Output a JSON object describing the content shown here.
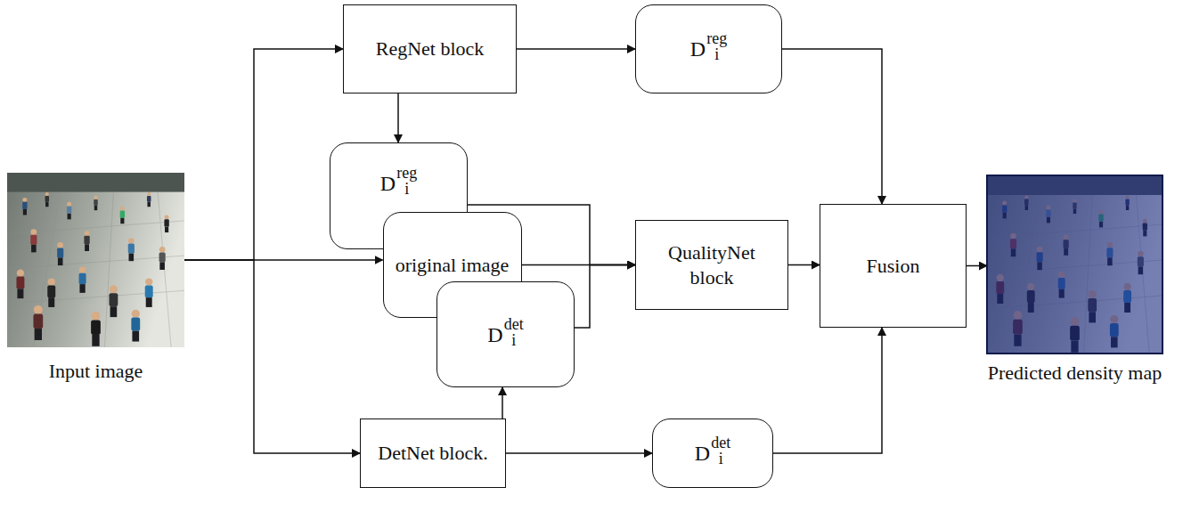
{
  "diagram": {
    "nodes": [
      {
        "text": [
          "Input image"
        ]
      },
      {
        "text": [
          "RegNet block"
        ]
      },
      {
        "text": [
          "D",
          "i",
          "reg"
        ]
      },
      {
        "text": [
          "D",
          "i",
          "reg"
        ]
      },
      {
        "text": [
          "original image"
        ]
      },
      {
        "text": [
          "D",
          "i",
          "det"
        ]
      },
      {
        "text": [
          "QualityNet block"
        ]
      },
      {
        "text": [
          "Fusion"
        ]
      },
      {
        "text": [
          "DetNet block."
        ]
      },
      {
        "text": [
          "D",
          "i",
          "det"
        ]
      },
      {
        "text": [
          "Predicted density map"
        ]
      }
    ],
    "edges": [
      {
        "from": 0,
        "to": 1,
        "arrow": "to"
      },
      {
        "from": 0,
        "to": 4,
        "arrow": "to"
      },
      {
        "from": 0,
        "to": 8,
        "arrow": "to"
      },
      {
        "from": 1,
        "to": 2,
        "arrow": "to"
      },
      {
        "from": 1,
        "to": 3,
        "arrow": "to"
      },
      {
        "from": 3,
        "to": 6,
        "arrow": "to"
      },
      {
        "from": 4,
        "to": 6,
        "arrow": "to"
      },
      {
        "from": 5,
        "to": 6,
        "arrow": "to"
      },
      {
        "from": 8,
        "to": 5,
        "arrow": "to"
      },
      {
        "from": 8,
        "to": 9,
        "arrow": "to"
      },
      {
        "from": 2,
        "to": 7,
        "arrow": "to"
      },
      {
        "from": 6,
        "to": 7,
        "arrow": "to"
      },
      {
        "from": 9,
        "to": 7,
        "arrow": "to"
      },
      {
        "from": 7,
        "to": 10,
        "arrow": "to"
      }
    ]
  }
}
